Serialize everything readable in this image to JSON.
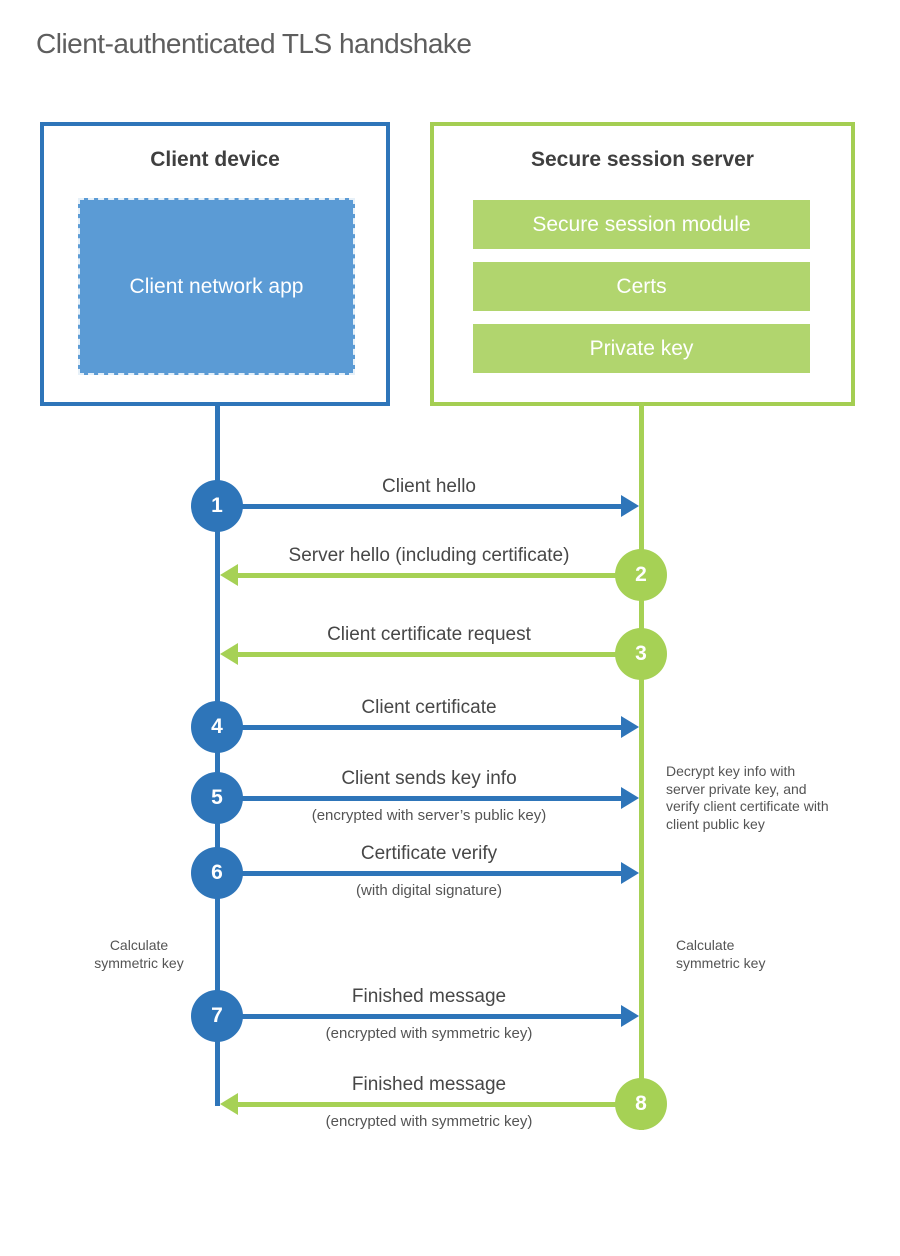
{
  "title": "Client-authenticated TLS handshake",
  "colors": {
    "client_accent": "#2e75b9",
    "client_fill": "#5b9bd5",
    "server_accent": "#a6d155",
    "server_fill": "#b1d56e"
  },
  "client": {
    "title": "Client device",
    "app_label": "Client network app"
  },
  "server": {
    "title": "Secure session server",
    "modules": [
      "Secure session module",
      "Certs",
      "Private key"
    ]
  },
  "steps": [
    {
      "num": "1",
      "from": "client",
      "label": "Client hello",
      "sub": ""
    },
    {
      "num": "2",
      "from": "server",
      "label": "Server hello (including certificate)",
      "sub": ""
    },
    {
      "num": "3",
      "from": "server",
      "label": "Client certificate request",
      "sub": ""
    },
    {
      "num": "4",
      "from": "client",
      "label": "Client certificate",
      "sub": ""
    },
    {
      "num": "5",
      "from": "client",
      "label": "Client sends key info",
      "sub": "(encrypted with server’s public key)"
    },
    {
      "num": "6",
      "from": "client",
      "label": "Certificate verify",
      "sub": "(with digital signature)"
    },
    {
      "num": "7",
      "from": "client",
      "label": "Finished message",
      "sub": "(encrypted with symmetric key)"
    },
    {
      "num": "8",
      "from": "server",
      "label": "Finished message",
      "sub": "(encrypted with symmetric key)"
    }
  ],
  "side_notes": {
    "decrypt_note": "Decrypt key info with server private key, and verify client certificate with client public key",
    "calculate_left": "Calculate symmetric key",
    "calculate_right": "Calculate symmetric key"
  }
}
